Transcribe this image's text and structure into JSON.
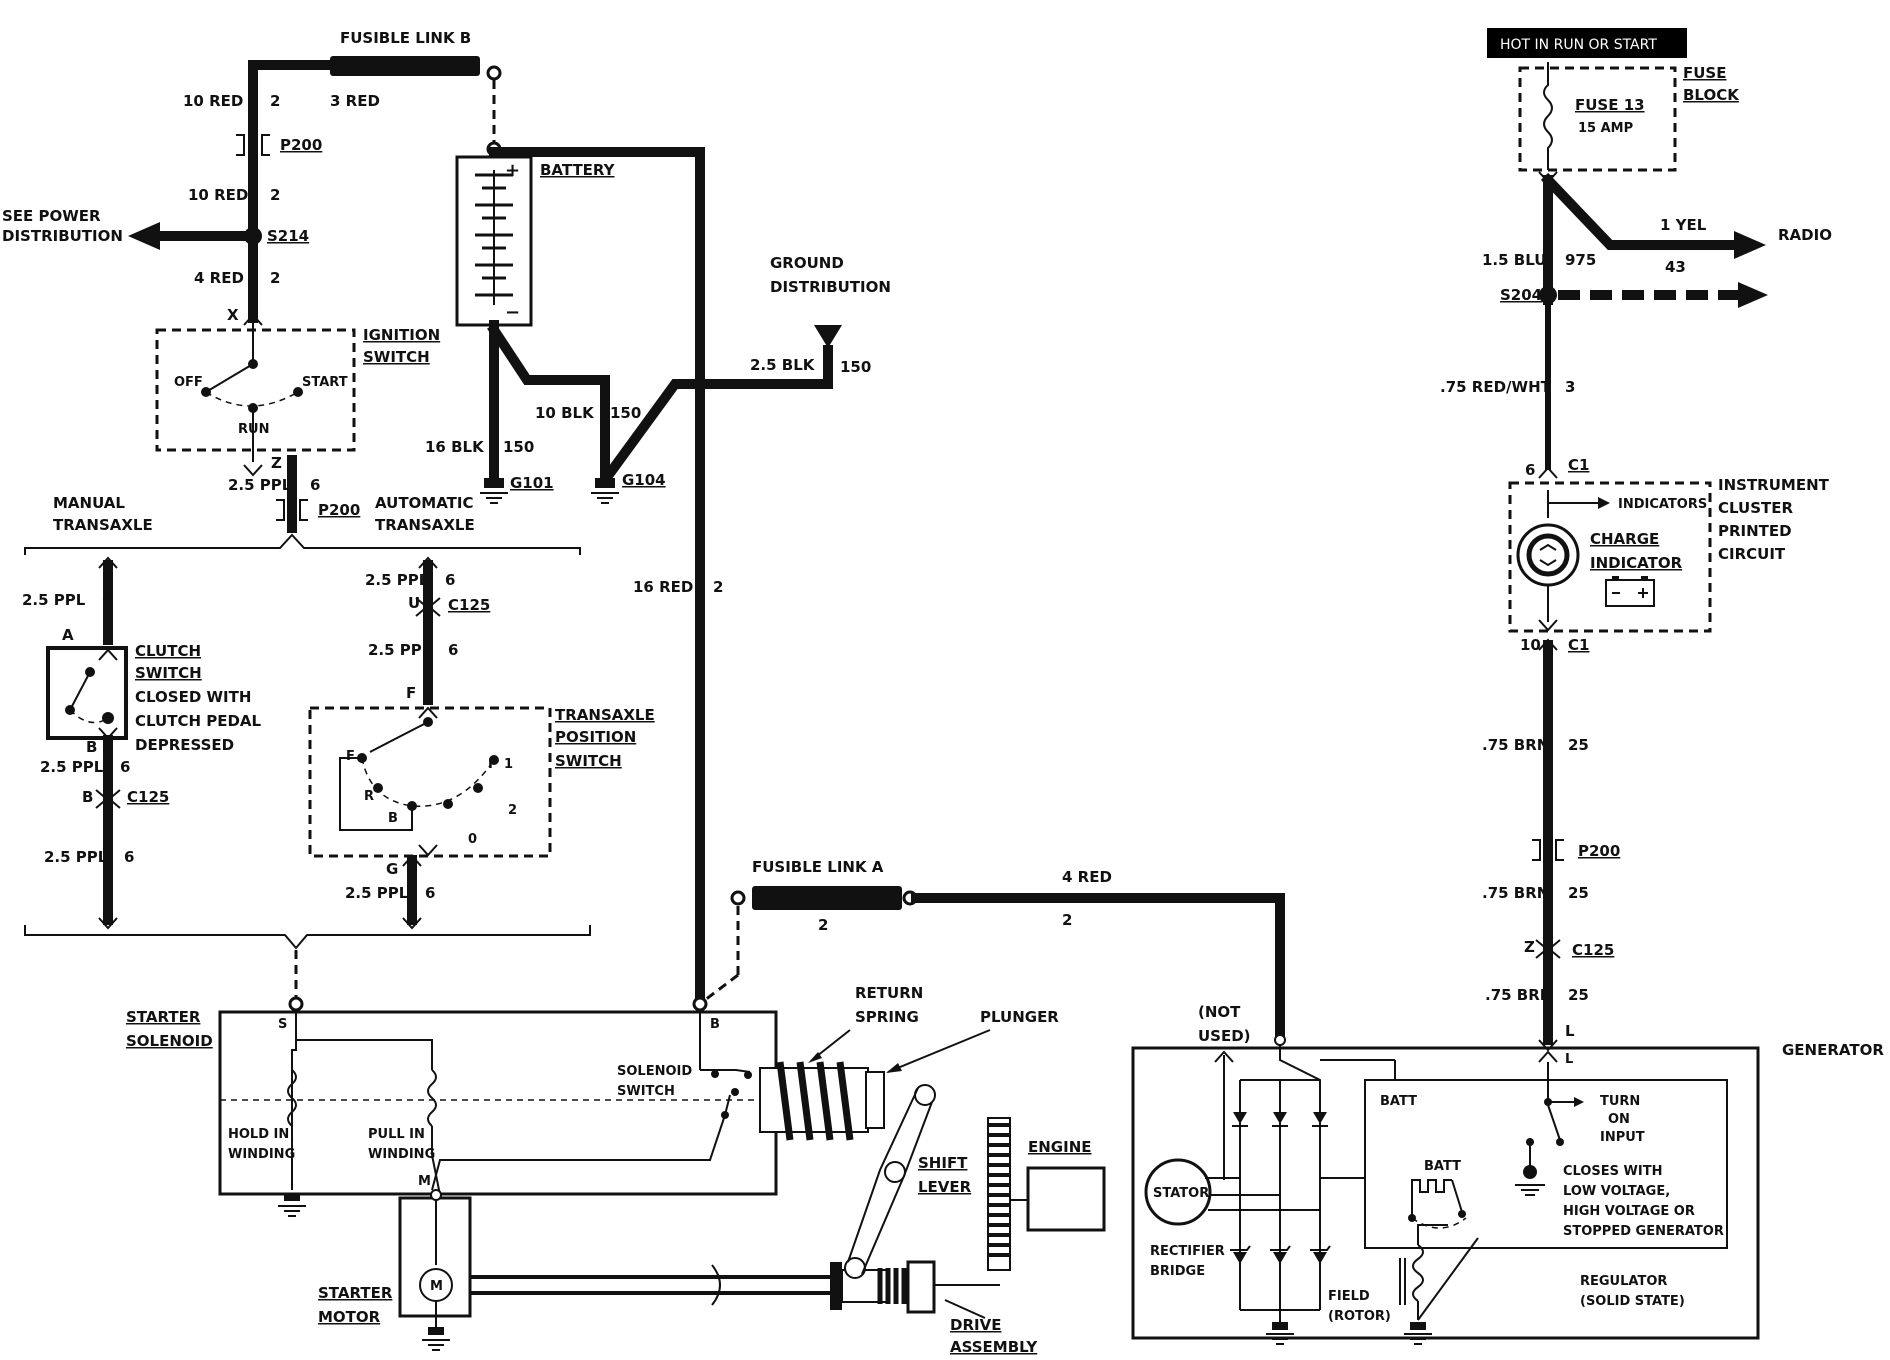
{
  "supply": {
    "hot_in_run_or_start": "HOT IN RUN OR START",
    "fuse_block": [
      "FUSE",
      "BLOCK"
    ],
    "fuse": "FUSE 13",
    "fuse_amp": "15 AMP"
  },
  "fusible_links": {
    "b": "FUSIBLE LINK B",
    "a": "FUSIBLE LINK A"
  },
  "wires": {
    "red10": "10 RED",
    "red3": "3 RED",
    "two": "2",
    "red4": "4 RED",
    "ppl25": "2.5 PPL",
    "six": "6",
    "blk10": "10 BLK",
    "blk16": "16 BLK",
    "blk25": "2.5 BLK",
    "c150": "150",
    "red16": "16 RED",
    "blu15": "1.5 BLU",
    "c975": "975",
    "yel1": "1 YEL",
    "c43": "43",
    "redwht": ".75 RED/WHT",
    "three": "3",
    "brn": ".75 BRN",
    "c25": "25"
  },
  "connectors": {
    "p200": "P200",
    "s214": "S214",
    "c125": "C125",
    "g101": "G101",
    "g104": "G104",
    "s204": "S204",
    "c1": "C1"
  },
  "pins": {
    "x": "X",
    "z": "Z",
    "a": "A",
    "b": "B",
    "u": "U",
    "f": "F",
    "g": "G",
    "s": "S",
    "m": "M",
    "l": "L",
    "six": "6",
    "ten": "10",
    "r": "R",
    "p": "P",
    "one": "1",
    "zero": "0"
  },
  "labels": {
    "see_power": [
      "SEE POWER",
      "DISTRIBUTION"
    ],
    "ignition": [
      "IGNITION",
      "SWITCH"
    ],
    "off": "OFF",
    "start": "START",
    "run": "RUN",
    "manual": [
      "MANUAL",
      "TRANSAXLE"
    ],
    "automatic": [
      "AUTOMATIC",
      "TRANSAXLE"
    ],
    "clutch": [
      "CLUTCH",
      "SWITCH"
    ],
    "clutch_desc": [
      "CLOSED WITH",
      "CLUTCH PEDAL",
      "DEPRESSED"
    ],
    "tps": [
      "TRANSAXLE",
      "POSITION",
      "SWITCH"
    ],
    "battery": "BATTERY",
    "ground_dist": [
      "GROUND",
      "DISTRIBUTION"
    ],
    "radio": "RADIO",
    "indicators": "INDICATORS",
    "charge": [
      "CHARGE",
      "INDICATOR"
    ],
    "cluster": [
      "INSTRUMENT",
      "CLUSTER",
      "PRINTED",
      "CIRCUIT"
    ],
    "starter_solenoid": [
      "STARTER",
      "SOLENOID"
    ],
    "hold_in": [
      "HOLD IN",
      "WINDING"
    ],
    "pull_in": [
      "PULL IN",
      "WINDING"
    ],
    "solenoid_switch": [
      "SOLENOID",
      "SWITCH"
    ],
    "return_spring": [
      "RETURN",
      "SPRING"
    ],
    "plunger": "PLUNGER",
    "shift_lever": [
      "SHIFT",
      "LEVER"
    ],
    "engine": "ENGINE",
    "starter_motor": [
      "STARTER",
      "MOTOR"
    ],
    "motor_symbol": "M",
    "drive_assembly": [
      "DRIVE",
      "ASSEMBLY"
    ],
    "not_used": [
      "(NOT",
      "USED)"
    ],
    "generator": "GENERATOR",
    "batt": "BATT",
    "turn_on": [
      "TURN",
      "ON",
      "INPUT"
    ],
    "closes_with": [
      "CLOSES WITH",
      "LOW VOLTAGE,",
      "HIGH VOLTAGE OR",
      "STOPPED GENERATOR"
    ],
    "stator": "STATOR",
    "rectifier": [
      "RECTIFIER",
      "BRIDGE"
    ],
    "field": [
      "FIELD",
      "(ROTOR)"
    ],
    "regulator": [
      "REGULATOR",
      "(SOLID STATE)"
    ]
  }
}
